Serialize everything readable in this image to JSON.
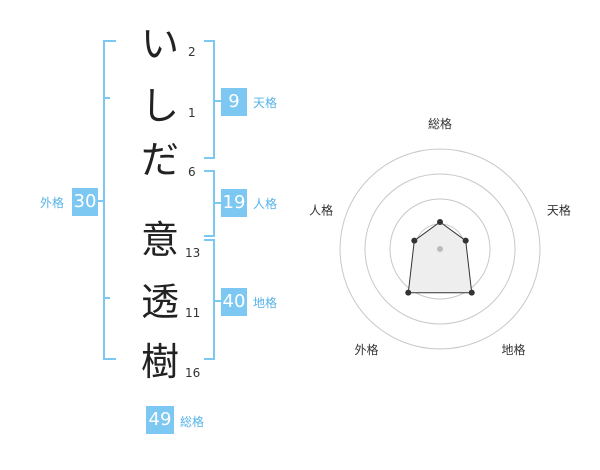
{
  "name": {
    "chars": [
      {
        "char": "い",
        "strokes": "2"
      },
      {
        "char": "し",
        "strokes": "1"
      },
      {
        "char": "だ",
        "strokes": "6"
      },
      {
        "char": "意",
        "strokes": "13"
      },
      {
        "char": "透",
        "strokes": "11"
      },
      {
        "char": "樹",
        "strokes": "16"
      }
    ]
  },
  "kakusu": {
    "tenkaku": {
      "value": "9",
      "label": "天格"
    },
    "jinkaku": {
      "value": "19",
      "label": "人格"
    },
    "chikaku": {
      "value": "40",
      "label": "地格"
    },
    "gaikaku": {
      "value": "30",
      "label": "外格"
    },
    "soukaku": {
      "value": "49",
      "label": "総格"
    }
  },
  "radar": {
    "axes": [
      "総格",
      "天格",
      "地格",
      "外格",
      "人格"
    ],
    "rings": 4,
    "levels": [
      0.27,
      0.27,
      0.54,
      0.54,
      0.27
    ],
    "colors": {
      "ring": "#c8c8c8",
      "fill": "#eeeeee",
      "line": "#333333",
      "point": "#333333",
      "center": "#bbbbbb"
    }
  },
  "colors": {
    "accent": "#7cc8f2",
    "accent_text": "#55b3e8"
  }
}
